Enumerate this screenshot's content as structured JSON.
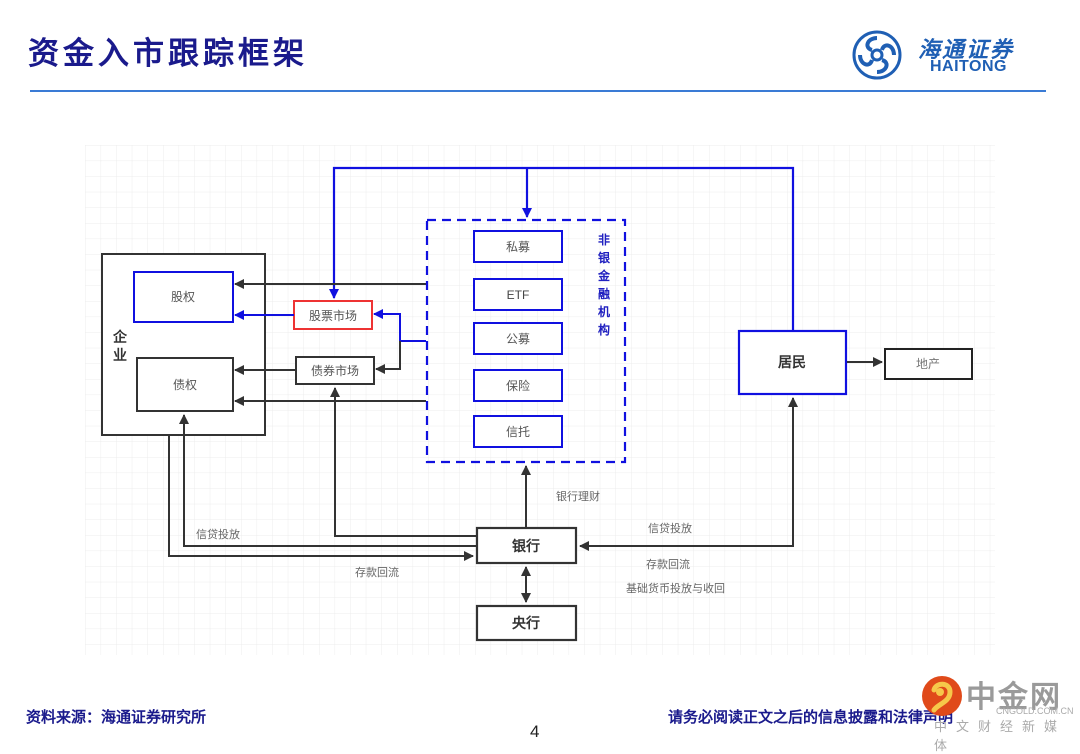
{
  "header": {
    "title": "资金入市跟踪框架",
    "logo_cn": "海通证券",
    "logo_en": "HAITONG",
    "rule_color": "#3a7bd5",
    "title_color": "#1a1a8c"
  },
  "diagram": {
    "nodes": {
      "enterprise": "企\n业",
      "equity": "股权",
      "debt": "债权",
      "stock_market": "股票市场",
      "bond_market": "债券市场",
      "nonbank_label": "非银金融机构",
      "private_fund": "私募",
      "etf": "ETF",
      "public_fund": "公募",
      "insurance": "保险",
      "trust": "信托",
      "residents": "居民",
      "real_estate": "地产",
      "bank": "银行",
      "central_bank": "央行"
    },
    "edge_labels": {
      "bank_wealth_mgmt": "银行理财",
      "credit_left": "信贷投放",
      "deposit_return_left": "存款回流",
      "credit_right": "信贷投放",
      "deposit_return_right": "存款回流",
      "base_money": "基础货币投放与收回"
    },
    "colors": {
      "blue": "#1010e0",
      "dark": "#333333",
      "red": "#ee3333",
      "grid": "#ececec"
    }
  },
  "footer": {
    "source": "资料来源：海通证券研究所",
    "page_number": "4",
    "disclaimer": "请务必阅读正文之后的信息披露和法律声明"
  },
  "watermark": {
    "name": "中金网",
    "url": "CNGOLD.COM.CN",
    "subtitle": "中文财经新媒体"
  }
}
